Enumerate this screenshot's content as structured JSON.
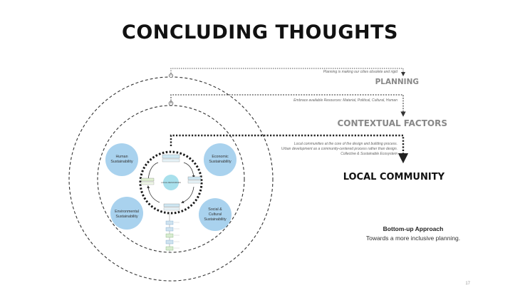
{
  "slide": {
    "title": "CONCLUDING THOUGHTS",
    "page_number": "17"
  },
  "levels": {
    "planning": {
      "title": "PLANNING",
      "note": "Planning is making our cities obsolete and rigid"
    },
    "contextual": {
      "title": "CONTEXTUAL FACTORS",
      "note": "Embrace available Resources:    Material, Political, Cultural, Human"
    },
    "local": {
      "title": "LOCAL COMMUNITY",
      "note_lines": [
        "Local communities at the core of the design and building process.",
        "Urban development as a community-centered process rather than design.",
        "Collective & Sustainable Ecosystem"
      ]
    }
  },
  "bubbles": [
    {
      "line1": "Human",
      "line2": "Sustainability",
      "line3": ""
    },
    {
      "line1": "Economic",
      "line2": "Sustainability",
      "line3": ""
    },
    {
      "line1": "Environmental",
      "line2": "Sustainability",
      "line3": ""
    },
    {
      "line1": "Social &",
      "line2": "Cultural",
      "line3": "Sustainability"
    }
  ],
  "core": {
    "center_label": "LOCAL RESOURCES"
  },
  "approach": {
    "title": "Bottom-up Approach",
    "subtitle": "Towards a more inclusive planning."
  },
  "colors": {
    "bubble_fill": "#a9d2ee",
    "center_fill": "#a8e0ec",
    "box_fill": "#cfe8f3",
    "title_gray": "#888888"
  }
}
